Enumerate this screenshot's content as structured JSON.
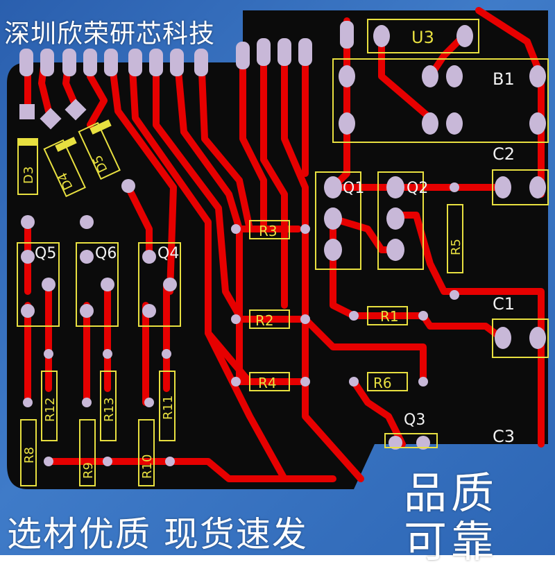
{
  "banner": {
    "company_name": "深圳欣荣研芯科技",
    "slogan": "选材优质  现货速发",
    "badge_line1": "品质",
    "badge_line2": "可靠"
  },
  "pcb": {
    "colors": {
      "background": "#0b0b0b",
      "trace": "#e60000",
      "pad": "#c8b8d8",
      "silkscreen_yellow": "#e8e040",
      "silkscreen_white": "#f2f2f2"
    },
    "labels": {
      "u3": "U3",
      "b1": "B1",
      "c2": "C2",
      "c1": "C1",
      "c3": "C3",
      "q1": "Q1",
      "q2": "Q2",
      "q3": "Q3",
      "q4": "Q4",
      "q5": "Q5",
      "q6": "Q6",
      "r1": "R1",
      "r2": "R2",
      "r3": "R3",
      "r4": "R4",
      "r5": "R5",
      "r6": "R6",
      "r8": "R8",
      "r9": "R9",
      "r10": "R10",
      "r11": "R11",
      "r12": "R12",
      "r13": "R13",
      "d3": "D3",
      "d4": "D4",
      "d5": "D5"
    }
  }
}
